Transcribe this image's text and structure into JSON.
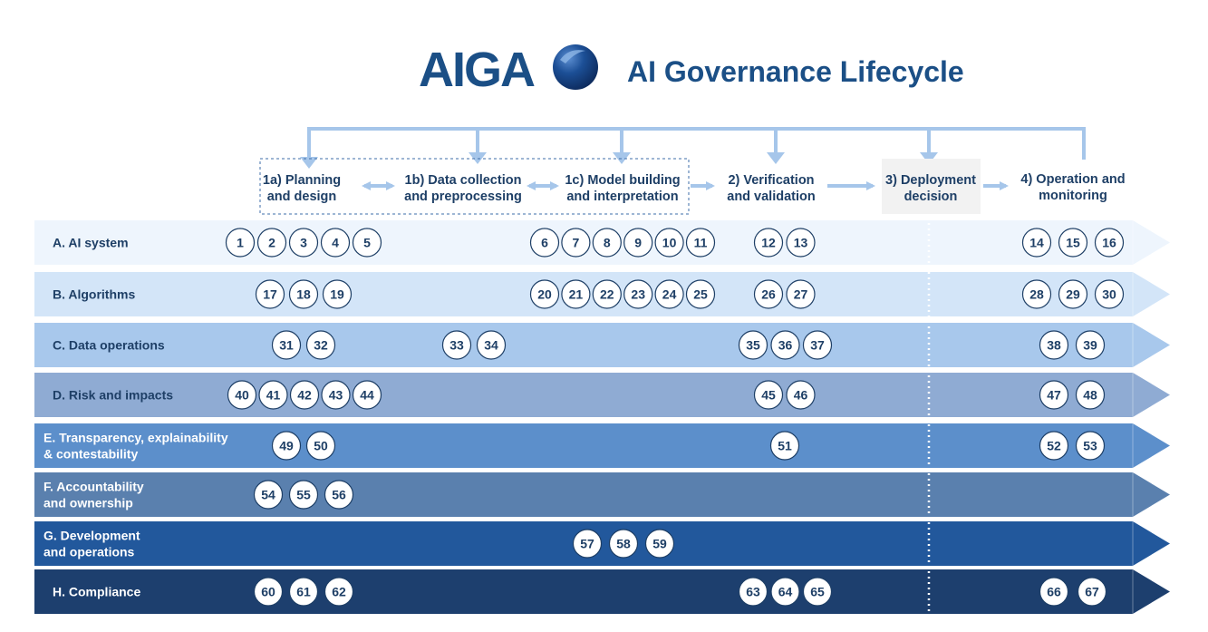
{
  "header": {
    "logo_text": "AIGA",
    "title": "AI Governance Lifecycle"
  },
  "colors": {
    "title": "#1b4f86",
    "arrow": "#a6c6ea",
    "deploy_box": "#f2f2f2",
    "stage_text": "#1e3f66"
  },
  "stages": [
    {
      "id": "1a",
      "line1": "1a) Planning",
      "line2": "and design"
    },
    {
      "id": "1b",
      "line1": "1b) Data collection",
      "line2": "and preprocessing"
    },
    {
      "id": "1c",
      "line1": "1c) Model building",
      "line2": "and interpretation"
    },
    {
      "id": "2",
      "line1": "2) Verification",
      "line2": "and validation"
    },
    {
      "id": "3",
      "line1": "3) Deployment",
      "line2": "decision"
    },
    {
      "id": "4",
      "line1": "4) Operation and",
      "line2": "monitoring"
    }
  ],
  "rows": [
    {
      "key": "A",
      "lines": [
        "A. AI system"
      ],
      "fill": "#eef5fd",
      "text": "#1e3f66",
      "circles": [
        [
          "1",
          "2",
          "3",
          "4",
          "5"
        ],
        [],
        [
          "6",
          "7",
          "8",
          "9",
          "10",
          "11"
        ],
        [
          "12",
          "13"
        ],
        [
          "14",
          "15",
          "16"
        ]
      ]
    },
    {
      "key": "B",
      "lines": [
        "B. Algorithms"
      ],
      "fill": "#d3e5f8",
      "text": "#1e3f66",
      "circles": [
        [
          "17",
          "18",
          "19"
        ],
        [],
        [
          "20",
          "21",
          "22",
          "23",
          "24",
          "25"
        ],
        [
          "26",
          "27"
        ],
        [
          "28",
          "29",
          "30"
        ]
      ]
    },
    {
      "key": "C",
      "lines": [
        "C. Data operations"
      ],
      "fill": "#a8c8ec",
      "text": "#1e3f66",
      "circles": [
        [
          "31",
          "32"
        ],
        [
          "33",
          "34"
        ],
        [],
        [
          "35",
          "36",
          "37"
        ],
        [
          "38",
          "39"
        ]
      ]
    },
    {
      "key": "D",
      "lines": [
        "D. Risk and impacts"
      ],
      "fill": "#8fabd3",
      "text": "#1e3f66",
      "circles": [
        [
          "40",
          "41",
          "42",
          "43",
          "44"
        ],
        [],
        [],
        [
          "45",
          "46"
        ],
        [
          "47",
          "48"
        ]
      ]
    },
    {
      "key": "E",
      "lines": [
        "E. Transparency, explainability",
        "& contestability"
      ],
      "fill": "#5c8fcb",
      "text": "#ffffff",
      "circles": [
        [
          "49",
          "50"
        ],
        [],
        [],
        [
          "51"
        ],
        [
          "52",
          "53"
        ]
      ]
    },
    {
      "key": "F",
      "lines": [
        "F. Accountability",
        "and ownership"
      ],
      "fill": "#5a80ae",
      "text": "#ffffff",
      "circles": [
        [
          "54",
          "55",
          "56"
        ],
        [],
        [],
        [],
        []
      ]
    },
    {
      "key": "G",
      "lines": [
        "G. Development",
        "and operations"
      ],
      "fill": "#22589c",
      "text": "#ffffff",
      "circles": [
        [],
        [],
        [
          "57",
          "58",
          "59"
        ],
        [],
        []
      ]
    },
    {
      "key": "H",
      "lines": [
        "H. Compliance"
      ],
      "fill": "#1d3f6e",
      "text": "#ffffff",
      "circles": [
        [
          "60",
          "61",
          "62"
        ],
        [],
        [],
        [
          "63",
          "64",
          "65"
        ],
        [
          "66",
          "67"
        ]
      ]
    }
  ]
}
